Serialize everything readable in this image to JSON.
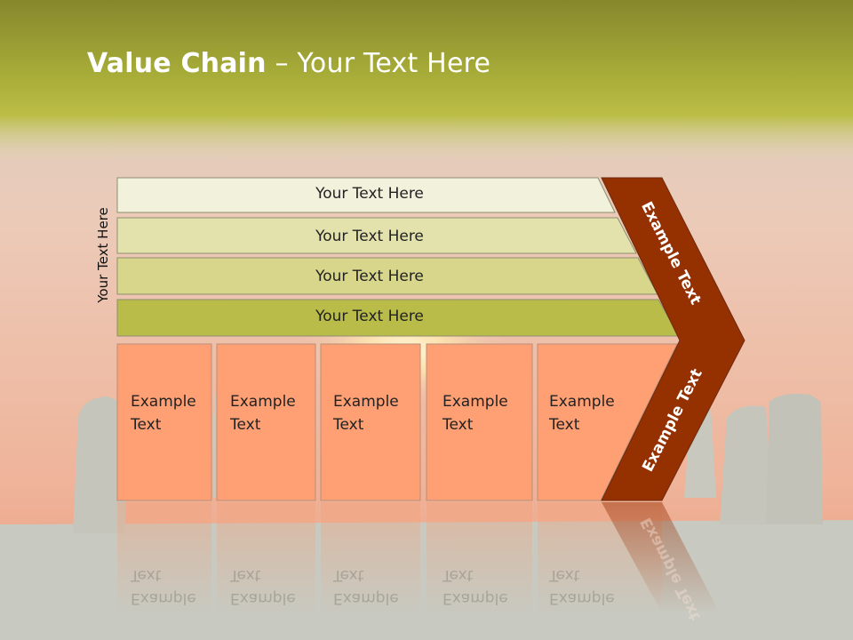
{
  "slide": {
    "title_bold": "Value Chain",
    "title_rest": " – Your Text Here",
    "side_label": "Your Text Here"
  },
  "rows": [
    {
      "label": "Your Text Here"
    },
    {
      "label": "Your Text Here"
    },
    {
      "label": "Your Text Here"
    },
    {
      "label": "Your Text Here"
    }
  ],
  "boxes": [
    {
      "line1": "Example",
      "line2": "Text"
    },
    {
      "line1": "Example",
      "line2": "Text"
    },
    {
      "line1": "Example",
      "line2": "Text"
    },
    {
      "line1": "Example",
      "line2": "Text"
    },
    {
      "line1": "Example",
      "line2": "Text"
    }
  ],
  "chevron": {
    "upper_text": "Example Text",
    "lower_text": "Example Text"
  },
  "colors": {
    "header_green": "#b5b93c",
    "row_1": "#f1f1dc",
    "row_2": "#e3e2ad",
    "row_3": "#d7d68b",
    "row_4": "#b9bc48",
    "box_orange": "#ffa074",
    "chevron_brown": "#953000"
  }
}
